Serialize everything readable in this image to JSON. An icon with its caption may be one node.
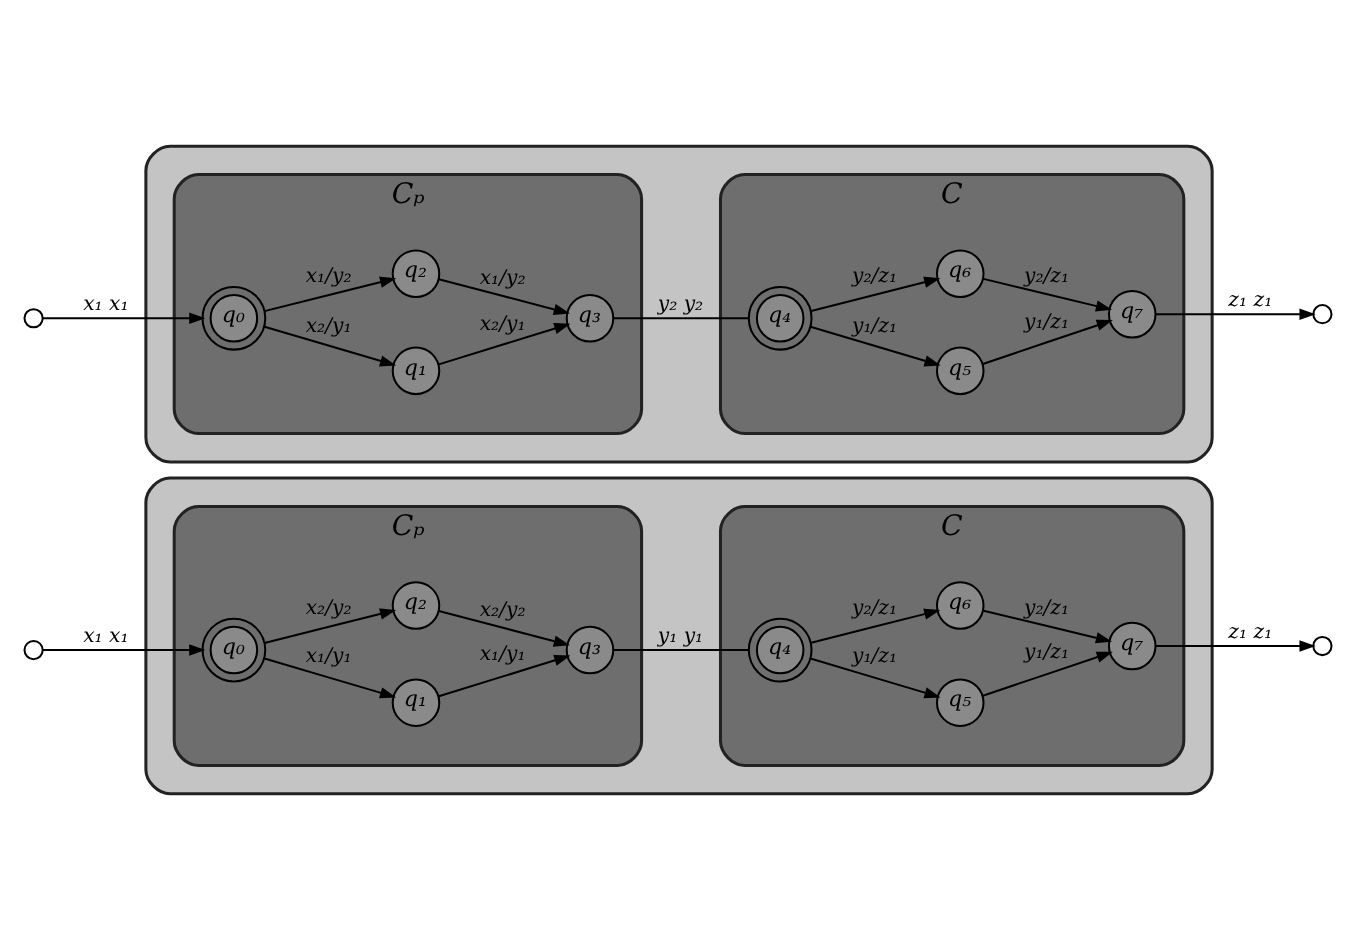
{
  "diagram": {
    "nodes": [
      {
        "text": [],
        "shape": "circle"
      },
      {
        "text": [],
        "shape": "box"
      },
      {
        "text": [
          "Cₚ"
        ],
        "in": 1
      },
      {
        "text": [
          "C"
        ],
        "in": 1
      },
      {
        "text": [
          "q₀"
        ],
        "in": 2
      },
      {
        "text": [
          "q₁"
        ],
        "in": 2
      },
      {
        "text": [
          "q₂"
        ],
        "in": 2
      },
      {
        "text": [
          "q₃"
        ],
        "in": 2
      },
      {
        "text": [
          "q₄"
        ],
        "in": 3
      },
      {
        "text": [
          "q₅"
        ],
        "in": 3
      },
      {
        "text": [
          "q₆"
        ],
        "in": 3
      },
      {
        "text": [
          "q₇"
        ],
        "in": 3
      },
      {
        "text": [],
        "shape": "circle"
      },
      {
        "text": [],
        "shape": "circle"
      },
      {
        "text": [],
        "shape": "box"
      },
      {
        "text": [
          "Cₚ"
        ],
        "in": 14
      },
      {
        "text": [
          "C"
        ],
        "in": 14
      },
      {
        "text": [
          "q₀"
        ],
        "in": 15
      },
      {
        "text": [
          "q₁"
        ],
        "in": 15
      },
      {
        "text": [
          "q₂"
        ],
        "in": 15
      },
      {
        "text": [
          "q₃"
        ],
        "in": 15
      },
      {
        "text": [
          "q₄"
        ],
        "in": 16
      },
      {
        "text": [
          "q₅"
        ],
        "in": 16
      },
      {
        "text": [
          "q₆"
        ],
        "in": 16
      },
      {
        "text": [
          "q₇"
        ],
        "in": 16
      },
      {
        "text": [],
        "shape": "circle"
      }
    ],
    "edges": [
      {
        "from": 0,
        "to": 4,
        "arrow": "to",
        "label": "x₁ x₁"
      },
      {
        "from": 4,
        "to": 5,
        "arrow": "to",
        "label": "x₁/y₁"
      },
      {
        "from": 4,
        "to": 6,
        "arrow": "to",
        "label": "x₂/y₂"
      },
      {
        "from": 5,
        "to": 7,
        "arrow": "to",
        "label": "x₁/y₁"
      },
      {
        "from": 6,
        "to": 7,
        "arrow": "to",
        "label": "x₂/y₂"
      },
      {
        "from": 7,
        "to": 8,
        "arrow": "none",
        "label": "y₁ y₁"
      },
      {
        "from": 8,
        "to": 9,
        "arrow": "to",
        "label": "y₁/z₁"
      },
      {
        "from": 8,
        "to": 10,
        "arrow": "to",
        "label": "y₂/z₁"
      },
      {
        "from": 9,
        "to": 11,
        "arrow": "to",
        "label": "y₁/z₁"
      },
      {
        "from": 10,
        "to": 11,
        "arrow": "to",
        "label": "y₂/z₁"
      },
      {
        "from": 11,
        "to": 12,
        "arrow": "to",
        "label": "z₁ z₁"
      },
      {
        "from": 13,
        "to": 17,
        "arrow": "to",
        "label": "x₁ x₁"
      },
      {
        "from": 17,
        "to": 18,
        "arrow": "to",
        "label": "x₂/y₁"
      },
      {
        "from": 17,
        "to": 19,
        "arrow": "to",
        "label": "x₁/y₂"
      },
      {
        "from": 18,
        "to": 20,
        "arrow": "to",
        "label": "x₂/y₁"
      },
      {
        "from": 19,
        "to": 20,
        "arrow": "to",
        "label": "x₁/y₂"
      },
      {
        "from": 20,
        "to": 21,
        "arrow": "none",
        "label": "y₂ y₂"
      },
      {
        "from": 21,
        "to": 22,
        "arrow": "to",
        "label": "y₁/z₁"
      },
      {
        "from": 21,
        "to": 23,
        "arrow": "to",
        "label": "y₂/z₁"
      },
      {
        "from": 22,
        "to": 24,
        "arrow": "to",
        "label": "y₁/z₁"
      },
      {
        "from": 23,
        "to": 24,
        "arrow": "to",
        "label": "y₂/z₁"
      },
      {
        "from": 24,
        "to": 25,
        "arrow": "to",
        "label": "z₁ z₁"
      }
    ]
  }
}
